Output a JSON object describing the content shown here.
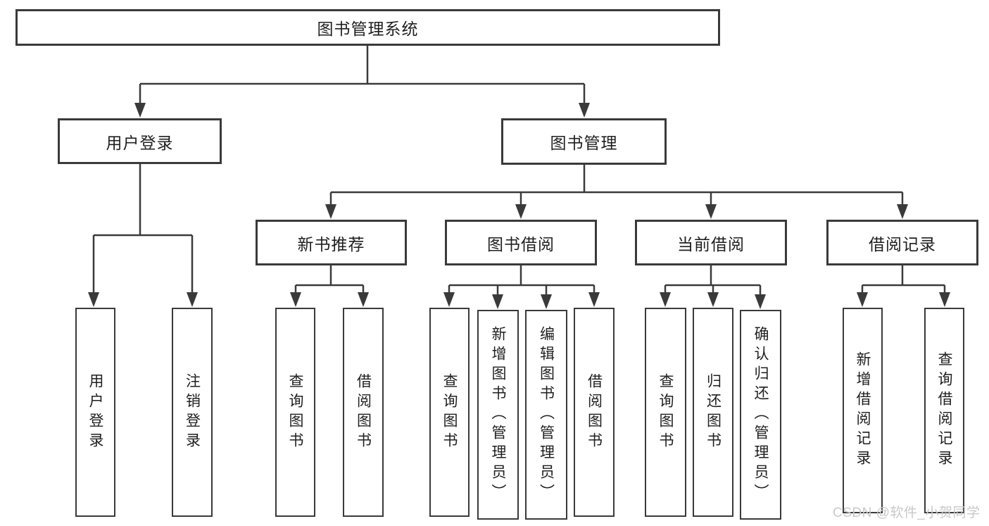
{
  "colors": {
    "line": "#3a3a3a",
    "text": "#1f1f1f",
    "background": "#ffffff",
    "watermark": "#c9c9c9"
  },
  "watermark": {
    "text": "CSDN @软件_小贺同学"
  },
  "tree": {
    "root": {
      "label": "图书管理系统",
      "children": [
        {
          "label": "用户登录",
          "children": [
            {
              "label": "用户登录"
            },
            {
              "label": "注销登录"
            }
          ]
        },
        {
          "label": "图书管理",
          "children": [
            {
              "label": "新书推荐",
              "children": [
                {
                  "label": "查询图书"
                },
                {
                  "label": "借阅图书"
                }
              ]
            },
            {
              "label": "图书借阅",
              "children": [
                {
                  "label": "查询图书"
                },
                {
                  "label": "新增图书（管理员）"
                },
                {
                  "label": "编辑图书（管理员）"
                },
                {
                  "label": "借阅图书"
                }
              ]
            },
            {
              "label": "当前借阅",
              "children": [
                {
                  "label": "查询图书"
                },
                {
                  "label": "归还图书"
                },
                {
                  "label": "确认归还（管理员）"
                }
              ]
            },
            {
              "label": "借阅记录",
              "children": [
                {
                  "label": "新增借阅记录"
                },
                {
                  "label": "查询借阅记录"
                }
              ]
            }
          ]
        }
      ]
    }
  }
}
